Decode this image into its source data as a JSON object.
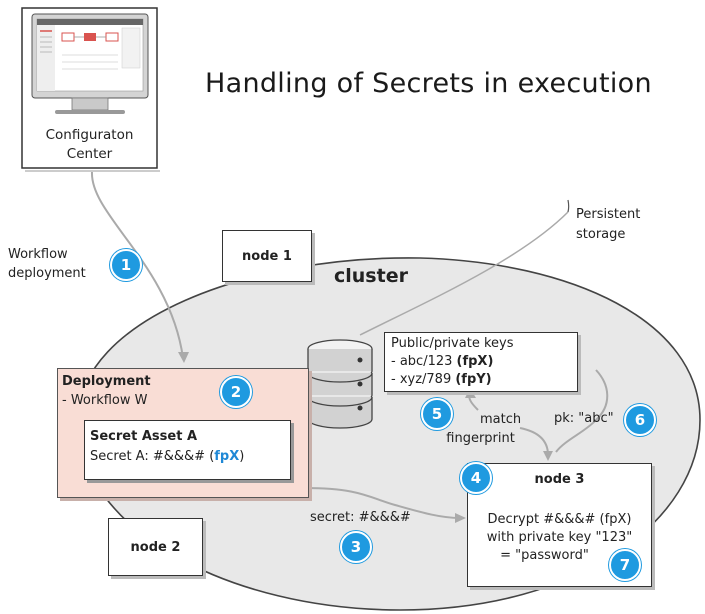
{
  "title": "Handling of Secrets in execution",
  "config_center": {
    "line1": "Configuraton",
    "line2": "Center"
  },
  "workflow_deployment": {
    "line1": "Workflow",
    "line2": "deployment"
  },
  "persistent_storage": {
    "line1": "Persistent",
    "line2": "storage"
  },
  "cluster_label": "cluster",
  "node1_label": "node 1",
  "node2_label": "node 2",
  "deployment": {
    "title": "Deployment",
    "item": "-    Workflow W",
    "secret_asset": {
      "title": "Secret Asset A",
      "value_prefix": "Secret A: #&&&# (",
      "fingerprint": "fpX",
      "value_suffix": ")"
    }
  },
  "keys": {
    "title": "Public/private keys",
    "entries": [
      {
        "prefix": "-    abc/123 ",
        "fp": "(fpX)"
      },
      {
        "prefix": "-    xyz/789 ",
        "fp": "(fpY)"
      }
    ]
  },
  "node3": {
    "title": "node 3",
    "line1": "Decrypt #&&&# (fpX)",
    "line2": "with private key \"123\"",
    "line3": "= \"password\""
  },
  "match": {
    "line1": "match",
    "line2": "fingerprint"
  },
  "pk_label": "pk: \"abc\"",
  "secret_label": "secret: #&&&#",
  "badges": [
    "1",
    "2",
    "3",
    "4",
    "5",
    "6",
    "7"
  ],
  "colors": {
    "badge": "#1f9ae0",
    "cluster_fill": "#e8e8e8",
    "deployment_fill": "#f9ddd5",
    "fingerprint_blue": "#1f88d6",
    "monitor_accent": "#d9534f"
  }
}
